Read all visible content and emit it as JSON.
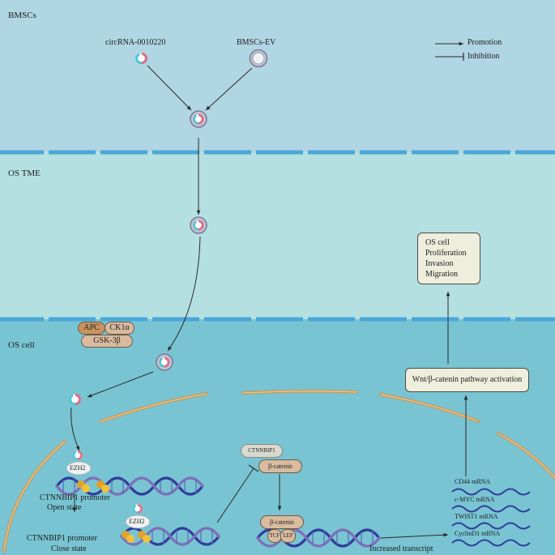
{
  "regions": {
    "bmscs": "BMSCs",
    "os_tme": "OS TME",
    "os_cell": "OS cell"
  },
  "legend": {
    "promotion": "Promotion",
    "inhibition": "Inhibition"
  },
  "sources": {
    "circrna": "circRNA-0010220",
    "ev": "BMSCs-EV"
  },
  "complex": {
    "apc": "APC",
    "ck1a": "CK1α",
    "gsk3b": "GSK-3β"
  },
  "ezh2": "EZH2",
  "promoter_open": [
    "CTNNBIP1 promoter",
    "Open state"
  ],
  "promoter_close": [
    "CTNNBIP1 promoter",
    "Close state"
  ],
  "ctnnbip1": "CTNNBIP1",
  "beta_catenin": "β-catenin",
  "tcf": "TCF",
  "lef": "LEF",
  "increased_transcript": "Increased transcript",
  "mrnas": [
    "CD44 mRNA",
    "c-MYC mRNA",
    "TWIST1 mRNA",
    "CyclinD1 mRNA"
  ],
  "pathway": "Wnt/β-catenin pathway activation",
  "outcomes": [
    "OS cell",
    "Proliferation",
    "Invasion",
    "Migration"
  ],
  "colors": {
    "bmscs_bg": "#b0d5e3",
    "tme_bg": "#b5e0e2",
    "cell_bg": "#78c4d3",
    "membrane": "#4aa8d8",
    "nucleus": "#c79a5a",
    "protein": "#d9bba0",
    "complex_brown": "#c79460",
    "box_fill": "#eeeedd",
    "dna_blue": "#2f3d9a",
    "dna_purple": "#7c70b8"
  }
}
